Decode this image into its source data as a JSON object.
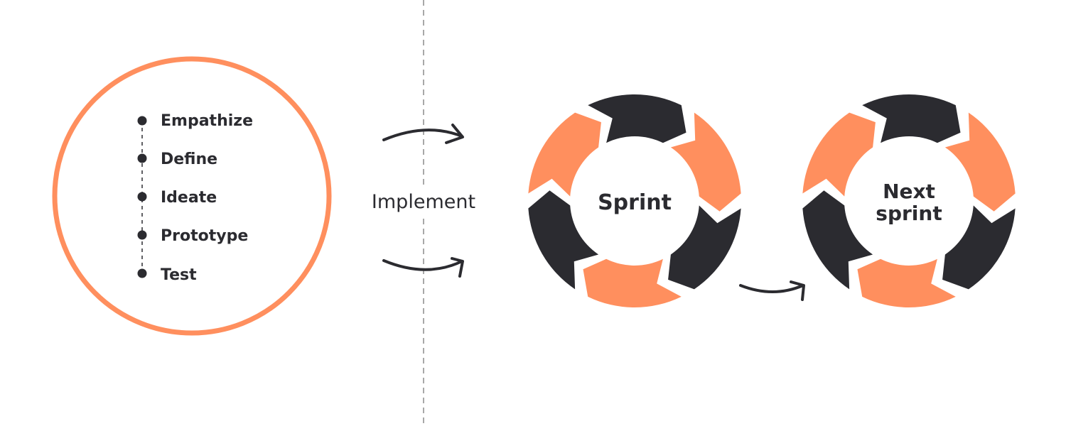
{
  "colors": {
    "accent": "#FF8F5E",
    "dark": "#2B2B30",
    "divider": "#8C8C8C",
    "background": "#FFFFFF"
  },
  "phases": [
    "Empathize",
    "Define",
    "Ideate",
    "Prototype",
    "Test"
  ],
  "divider_label": "Implement",
  "cycles": [
    {
      "title_lines": [
        "Sprint"
      ]
    },
    {
      "title_lines": [
        "Next",
        "sprint"
      ]
    }
  ]
}
